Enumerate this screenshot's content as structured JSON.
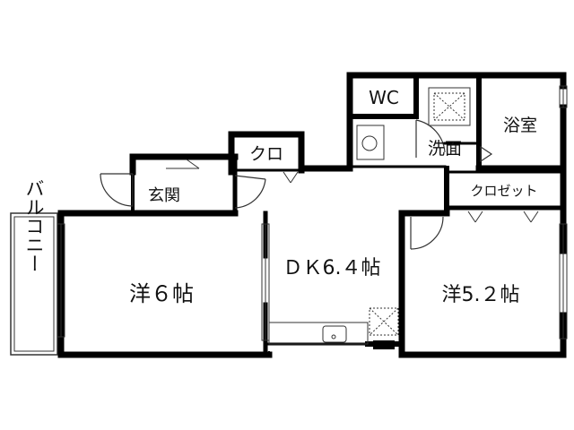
{
  "rooms": {
    "western_6": "洋６帖",
    "dk": "ＤＫ6.４帖",
    "western_5_2": "洋5.２帖",
    "balcony": "バルコニー",
    "entrance": "玄関",
    "closet_small": "クロ",
    "closet": "クロゼット",
    "wc": "WC",
    "washroom": "洗面",
    "bath": "浴室"
  },
  "colors": {
    "wall": "#000000",
    "line": "#333333",
    "background": "#ffffff"
  }
}
